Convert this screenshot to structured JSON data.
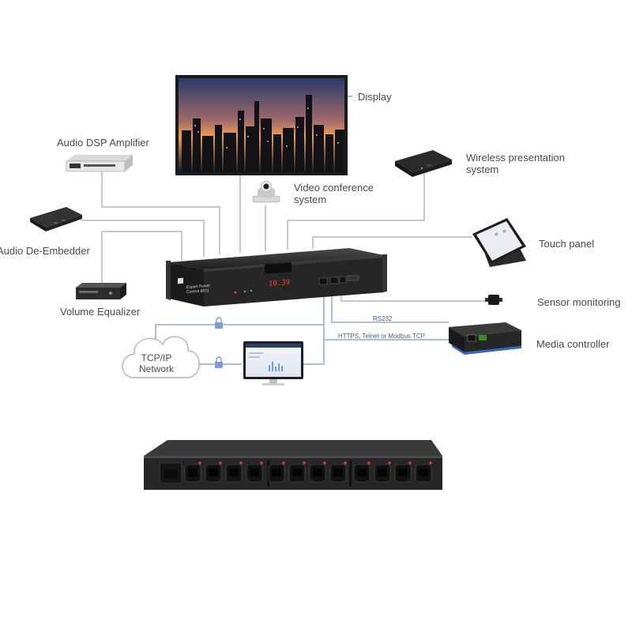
{
  "labels": {
    "display": "Display",
    "audio_dsp": "Audio DSP Amplifier",
    "wireless_l1": "Wireless presentation",
    "wireless_l2": "system",
    "video_conf_l1": "Video conference",
    "video_conf_l2": "system",
    "audio_deembedder": "Audio De-Embedder",
    "touch_panel": "Touch panel",
    "volume_eq": "Volume Equalizer",
    "sensor": "Sensor monitoring",
    "media_controller": "Media controller",
    "rs232": "RS232",
    "protocols": "HTTPS, Telnet or Modbus TCP",
    "tcpip_l1": "TCP/IP",
    "tcpip_l2": "Network"
  },
  "device": {
    "brand_l1": "Expert Power",
    "brand_l2": "Control 8821",
    "readout": "10.39"
  },
  "colors": {
    "gray_line": "#b5b5b5",
    "blue_line": "#8fa9d4",
    "lock": "#7f9bd0",
    "rack": "#262626",
    "outlet_red": "#d8442a",
    "led_red": "#ff3b2f"
  }
}
